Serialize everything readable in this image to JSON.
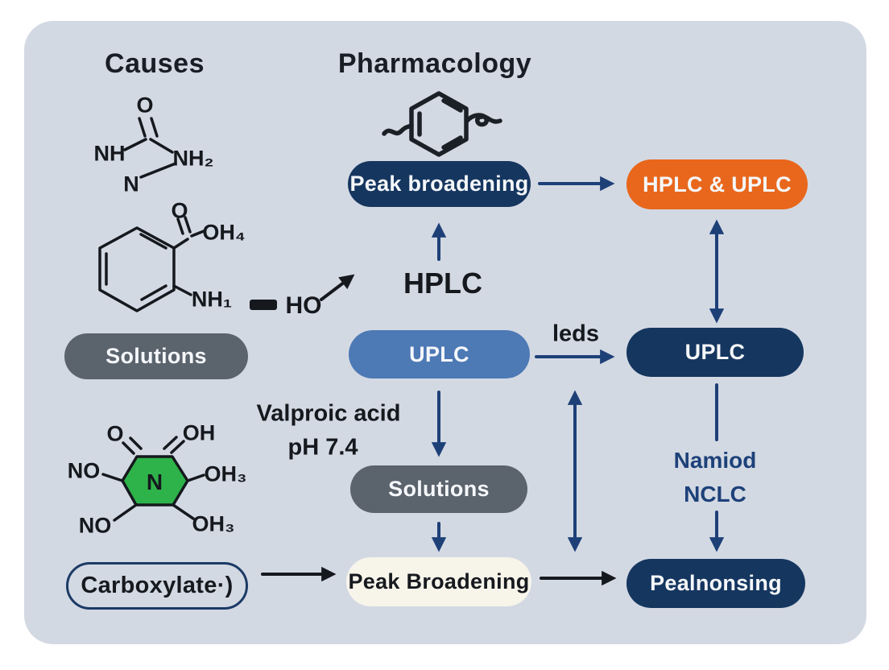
{
  "colors": {
    "panel_bg": "#d3d9e3",
    "navy_pill": "#15365f",
    "orange_pill": "#e8671c",
    "blue_pill": "#4d79b5",
    "gray_pill": "#5b636d",
    "cream_pill": "#f7f4ea",
    "green_ring_fill": "#2eb34a",
    "arrow_navy": "#1d4077",
    "ink": "#15181d"
  },
  "headings": {
    "causes": "Causes",
    "pharmacology": "Pharmacology"
  },
  "pills": {
    "peak_broadening_top": "Peak broadening",
    "hplc_and_uplc": "HPLC & UPLC",
    "uplc_source": "UPLC",
    "uplc_target": "UPLC",
    "solutions_left": "Solutions",
    "solutions_mid": "Solutions",
    "peak_broadening_bottom": "Peak Broadening",
    "pealnonsing": "Pealnonsing",
    "carboxylate": "Carboxylate·)"
  },
  "labels": {
    "hplc": "HPLC",
    "ho": "HO",
    "leds": "leds",
    "valproic_line1": "Valproic acid",
    "valproic_line2": "pH 7.4",
    "namiod_line1": "Namiod",
    "namiod_line2": "NCLC"
  },
  "molecules": {
    "semicarbazide": {
      "o": "O",
      "nh": "NH",
      "nh2": "NH₂",
      "n": "N"
    },
    "anthranilic": {
      "o": "O",
      "oh4": "OH₄",
      "nh1": "NH₁"
    },
    "green_ring": {
      "o": "O",
      "oh": "OH",
      "no_left": "NO",
      "oh3_right": "OH₃",
      "no_bottom": "NO",
      "oh3_bottom": "OH₃",
      "n": "N"
    }
  }
}
